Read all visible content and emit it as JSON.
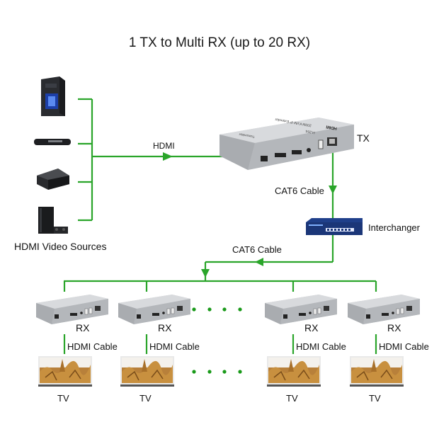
{
  "title": "1 TX to Multi RX (up to 20 RX)",
  "sources": {
    "label": "HDMI Video Sources",
    "devices": [
      "pc-tower",
      "dvd-player",
      "set-top-box",
      "game-console"
    ]
  },
  "links": {
    "hdmi_label": "HDMI",
    "cat6_top_label": "CAT6 Cable",
    "cat6_bottom_label": "CAT6 Cable"
  },
  "transmitter": {
    "label": "TX",
    "brand": "HDMI",
    "model_text": "H.264",
    "product_text": "200M KVM IP Extender",
    "type_text": "Transmitter"
  },
  "switch": {
    "label": "Interchanger"
  },
  "receivers": [
    {
      "label": "RX",
      "cable_label": "HDMI Cable",
      "tv_label": "TV"
    },
    {
      "label": "RX",
      "cable_label": "HDMI Cable",
      "tv_label": "TV"
    },
    {
      "label": "RX",
      "cable_label": "HDMI Cable",
      "tv_label": "TV"
    },
    {
      "label": "RX",
      "cable_label": "HDMI Cable",
      "tv_label": "TV"
    }
  ],
  "ellipsis_dots": 4,
  "colors": {
    "wire": "#2aa52a",
    "dot": "#1a9a1a",
    "device_body": "#c9cbce",
    "switch_body": "#1f3f8a",
    "text": "#111111"
  }
}
